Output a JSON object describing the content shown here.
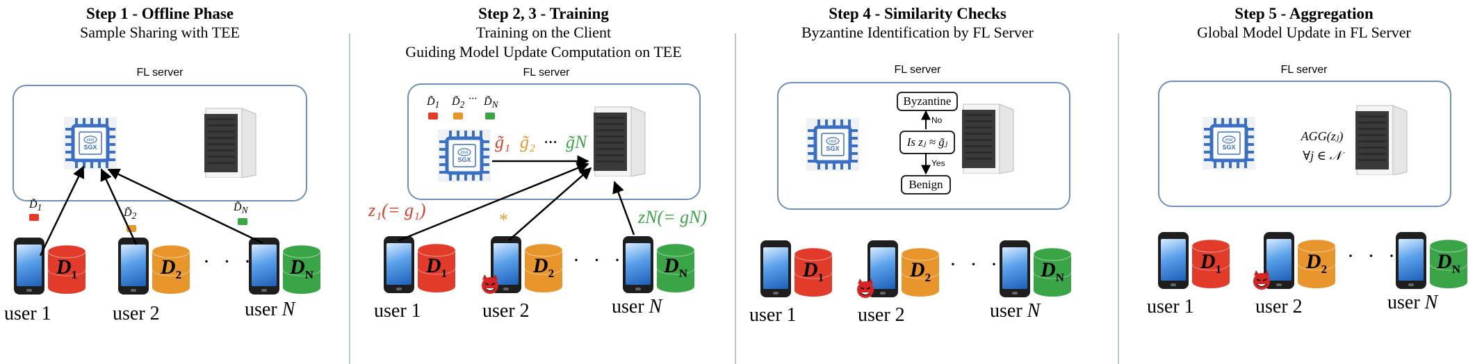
{
  "steps": [
    {
      "title": "Step 1 - Offline Phase",
      "subtitle": [
        "Sample Sharing with TEE"
      ],
      "server_label": "FL server"
    },
    {
      "title": "Step 2, 3 - Training",
      "subtitle": [
        "Training on the Client",
        "Guiding Model Update Computation on TEE"
      ],
      "server_label": "FL server"
    },
    {
      "title": "Step 4 - Similarity Checks",
      "subtitle": [
        "Byzantine Identification by FL Server"
      ],
      "server_label": "FL server"
    },
    {
      "title": "Step 5 - Aggregation",
      "subtitle": [
        "Global Model Update in FL Server"
      ],
      "server_label": "FL server"
    }
  ],
  "users": {
    "u1": "user 1",
    "u2": "user 2",
    "uN_prefix": "user "
  },
  "dots": "· · ·",
  "chip_text": {
    "brand": "intel",
    "name": "SGX"
  },
  "colors": {
    "red": "#e23b2a",
    "orange": "#e8962b",
    "green": "#3aa546",
    "panel_border": "#6f8fb8"
  },
  "step2": {
    "g_labels": [
      "g̃₁",
      "g̃₂",
      "···",
      "g̃N"
    ],
    "z1_label": "z₁(= g₁)",
    "zN_label": "zN(= gN)",
    "star": "*",
    "subset_dots": "···"
  },
  "step4": {
    "byzantine": "Byzantine",
    "benign": "Benign",
    "no": "No",
    "yes": "Yes",
    "check": "Is zⱼ ≈ g̃ⱼ"
  },
  "step5": {
    "agg_line1": "AGG(zⱼ)",
    "agg_line2": "∀j ∈ 𝒩"
  },
  "icons": [
    "intel-sgx-chip-icon",
    "server-tower-icon",
    "smartphone-icon",
    "database-icon",
    "devil-icon"
  ]
}
